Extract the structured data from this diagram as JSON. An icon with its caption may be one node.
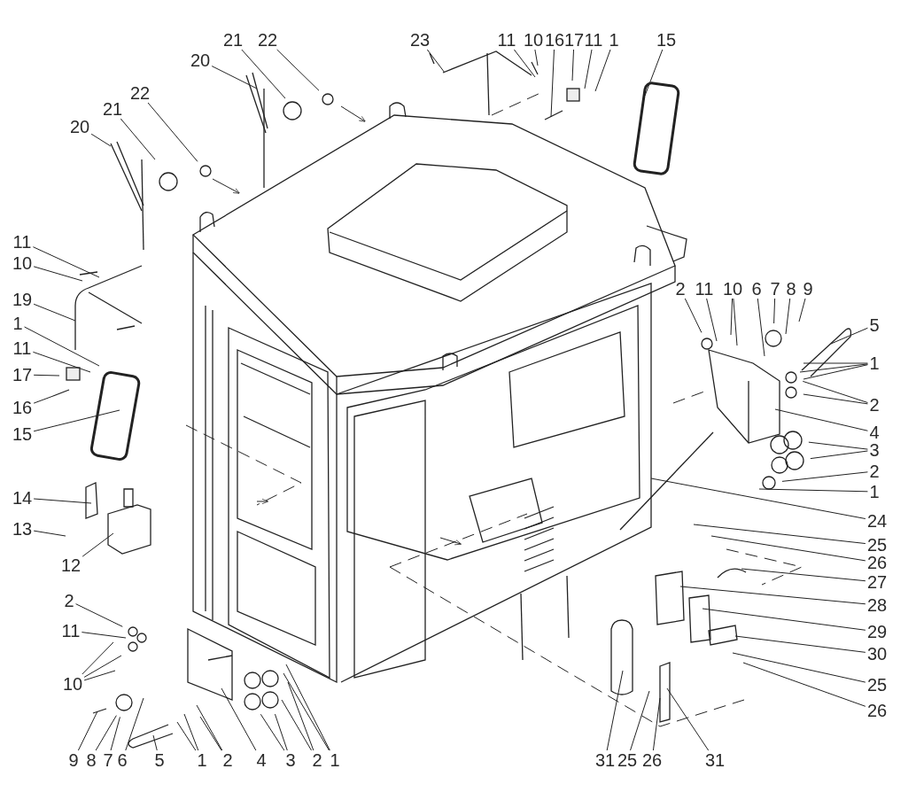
{
  "diagram": {
    "nodes": [
      {
        "text": [
          "21"
        ]
      },
      {
        "text": [
          "22"
        ]
      },
      {
        "text": [
          "23"
        ]
      },
      {
        "text": [
          "11"
        ]
      },
      {
        "text": [
          "10"
        ]
      },
      {
        "text": [
          "16"
        ]
      },
      {
        "text": [
          "17"
        ]
      },
      {
        "text": [
          "11"
        ]
      },
      {
        "text": [
          "1"
        ]
      },
      {
        "text": [
          "15"
        ]
      },
      {
        "text": [
          "20"
        ]
      },
      {
        "text": [
          "22"
        ]
      },
      {
        "text": [
          "21"
        ]
      },
      {
        "text": [
          "20"
        ]
      },
      {
        "text": [
          "11"
        ]
      },
      {
        "text": [
          "10"
        ]
      },
      {
        "text": [
          "2"
        ]
      },
      {
        "text": [
          "11"
        ]
      },
      {
        "text": [
          "10"
        ]
      },
      {
        "text": [
          "6"
        ]
      },
      {
        "text": [
          "7"
        ]
      },
      {
        "text": [
          "8"
        ]
      },
      {
        "text": [
          "9"
        ]
      },
      {
        "text": [
          "19"
        ]
      },
      {
        "text": [
          "1"
        ]
      },
      {
        "text": [
          "5"
        ]
      },
      {
        "text": [
          "11"
        ]
      },
      {
        "text": [
          "1"
        ]
      },
      {
        "text": [
          "17"
        ]
      },
      {
        "text": [
          "2"
        ]
      },
      {
        "text": [
          "16"
        ]
      },
      {
        "text": [
          "4"
        ]
      },
      {
        "text": [
          "15"
        ]
      },
      {
        "text": [
          "3"
        ]
      },
      {
        "text": [
          "2"
        ]
      },
      {
        "text": [
          "1"
        ]
      },
      {
        "text": [
          "14"
        ]
      },
      {
        "text": [
          "24"
        ]
      },
      {
        "text": [
          "13"
        ]
      },
      {
        "text": [
          "25"
        ]
      },
      {
        "text": [
          "12"
        ]
      },
      {
        "text": [
          "26"
        ]
      },
      {
        "text": [
          "27"
        ]
      },
      {
        "text": [
          "2"
        ]
      },
      {
        "text": [
          "28"
        ]
      },
      {
        "text": [
          "11"
        ]
      },
      {
        "text": [
          "29"
        ]
      },
      {
        "text": [
          "30"
        ]
      },
      {
        "text": [
          "10"
        ]
      },
      {
        "text": [
          "25"
        ]
      },
      {
        "text": [
          "26"
        ]
      },
      {
        "text": [
          "9"
        ]
      },
      {
        "text": [
          "8"
        ]
      },
      {
        "text": [
          "7"
        ]
      },
      {
        "text": [
          "6"
        ]
      },
      {
        "text": [
          "5"
        ]
      },
      {
        "text": [
          "1"
        ]
      },
      {
        "text": [
          "2"
        ]
      },
      {
        "text": [
          "4"
        ]
      },
      {
        "text": [
          "3"
        ]
      },
      {
        "text": [
          "2"
        ]
      },
      {
        "text": [
          "1"
        ]
      },
      {
        "text": [
          "31"
        ]
      },
      {
        "text": [
          "25"
        ]
      },
      {
        "text": [
          "26"
        ]
      },
      {
        "text": [
          "31"
        ]
      }
    ],
    "edges": [
      {
        "from": 0,
        "to": null,
        "arrow": "none"
      },
      {
        "from": 1,
        "to": null,
        "arrow": "none"
      },
      {
        "from": 2,
        "to": null,
        "arrow": "none"
      },
      {
        "from": 3,
        "to": null,
        "arrow": "none"
      },
      {
        "from": 4,
        "to": null,
        "arrow": "none"
      },
      {
        "from": 5,
        "to": null,
        "arrow": "none"
      },
      {
        "from": 6,
        "to": null,
        "arrow": "none"
      },
      {
        "from": 7,
        "to": null,
        "arrow": "none"
      },
      {
        "from": 8,
        "to": null,
        "arrow": "none"
      },
      {
        "from": 9,
        "to": null,
        "arrow": "none"
      },
      {
        "from": 10,
        "to": null,
        "arrow": "none"
      },
      {
        "from": 11,
        "to": null,
        "arrow": "none"
      },
      {
        "from": 12,
        "to": null,
        "arrow": "none"
      },
      {
        "from": 13,
        "to": null,
        "arrow": "none"
      },
      {
        "from": 14,
        "to": null,
        "arrow": "none"
      },
      {
        "from": 15,
        "to": null,
        "arrow": "none"
      },
      {
        "from": 16,
        "to": null,
        "arrow": "none"
      },
      {
        "from": 17,
        "to": null,
        "arrow": "none"
      },
      {
        "from": 18,
        "to": null,
        "arrow": "none"
      },
      {
        "from": 18,
        "to": null,
        "arrow": "none"
      },
      {
        "from": 19,
        "to": null,
        "arrow": "none"
      },
      {
        "from": 20,
        "to": null,
        "arrow": "none"
      },
      {
        "from": 21,
        "to": null,
        "arrow": "none"
      },
      {
        "from": 22,
        "to": null,
        "arrow": "none"
      },
      {
        "from": 23,
        "to": null,
        "arrow": "none"
      },
      {
        "from": 24,
        "to": null,
        "arrow": "none"
      },
      {
        "from": 25,
        "to": null,
        "arrow": "none"
      },
      {
        "from": 26,
        "to": null,
        "arrow": "none"
      },
      {
        "from": 27,
        "to": null,
        "arrow": "none"
      },
      {
        "from": 27,
        "to": null,
        "arrow": "none"
      },
      {
        "from": 27,
        "to": null,
        "arrow": "none"
      },
      {
        "from": 28,
        "to": null,
        "arrow": "none"
      },
      {
        "from": 29,
        "to": null,
        "arrow": "none"
      },
      {
        "from": 29,
        "to": null,
        "arrow": "none"
      },
      {
        "from": 30,
        "to": null,
        "arrow": "none"
      },
      {
        "from": 31,
        "to": null,
        "arrow": "none"
      },
      {
        "from": 32,
        "to": null,
        "arrow": "none"
      },
      {
        "from": 33,
        "to": null,
        "arrow": "none"
      },
      {
        "from": 33,
        "to": null,
        "arrow": "none"
      },
      {
        "from": 34,
        "to": null,
        "arrow": "none"
      },
      {
        "from": 35,
        "to": null,
        "arrow": "none"
      },
      {
        "from": 36,
        "to": null,
        "arrow": "none"
      },
      {
        "from": 37,
        "to": null,
        "arrow": "none"
      },
      {
        "from": 38,
        "to": null,
        "arrow": "none"
      },
      {
        "from": 39,
        "to": null,
        "arrow": "none"
      },
      {
        "from": 40,
        "to": null,
        "arrow": "none"
      },
      {
        "from": 41,
        "to": null,
        "arrow": "none"
      },
      {
        "from": 42,
        "to": null,
        "arrow": "none"
      },
      {
        "from": 43,
        "to": null,
        "arrow": "none"
      },
      {
        "from": 44,
        "to": null,
        "arrow": "none"
      },
      {
        "from": 45,
        "to": null,
        "arrow": "none"
      },
      {
        "from": 46,
        "to": null,
        "arrow": "none"
      },
      {
        "from": 47,
        "to": null,
        "arrow": "none"
      },
      {
        "from": 48,
        "to": null,
        "arrow": "none"
      },
      {
        "from": 48,
        "to": null,
        "arrow": "none"
      },
      {
        "from": 48,
        "to": null,
        "arrow": "none"
      },
      {
        "from": 49,
        "to": null,
        "arrow": "none"
      },
      {
        "from": 50,
        "to": null,
        "arrow": "none"
      },
      {
        "from": 51,
        "to": null,
        "arrow": "none"
      },
      {
        "from": 52,
        "to": null,
        "arrow": "none"
      },
      {
        "from": 53,
        "to": null,
        "arrow": "none"
      },
      {
        "from": 54,
        "to": null,
        "arrow": "none"
      },
      {
        "from": 55,
        "to": null,
        "arrow": "none"
      },
      {
        "from": 56,
        "to": null,
        "arrow": "none"
      },
      {
        "from": 56,
        "to": null,
        "arrow": "none"
      },
      {
        "from": 57,
        "to": null,
        "arrow": "none"
      },
      {
        "from": 57,
        "to": null,
        "arrow": "none"
      },
      {
        "from": 58,
        "to": null,
        "arrow": "none"
      },
      {
        "from": 59,
        "to": null,
        "arrow": "none"
      },
      {
        "from": 59,
        "to": null,
        "arrow": "none"
      },
      {
        "from": 60,
        "to": null,
        "arrow": "none"
      },
      {
        "from": 60,
        "to": null,
        "arrow": "none"
      },
      {
        "from": 61,
        "to": null,
        "arrow": "none"
      },
      {
        "from": 61,
        "to": null,
        "arrow": "none"
      },
      {
        "from": 62,
        "to": null,
        "arrow": "none"
      },
      {
        "from": 63,
        "to": null,
        "arrow": "none"
      },
      {
        "from": 64,
        "to": null,
        "arrow": "none"
      },
      {
        "from": 65,
        "to": null,
        "arrow": "none"
      }
    ]
  }
}
